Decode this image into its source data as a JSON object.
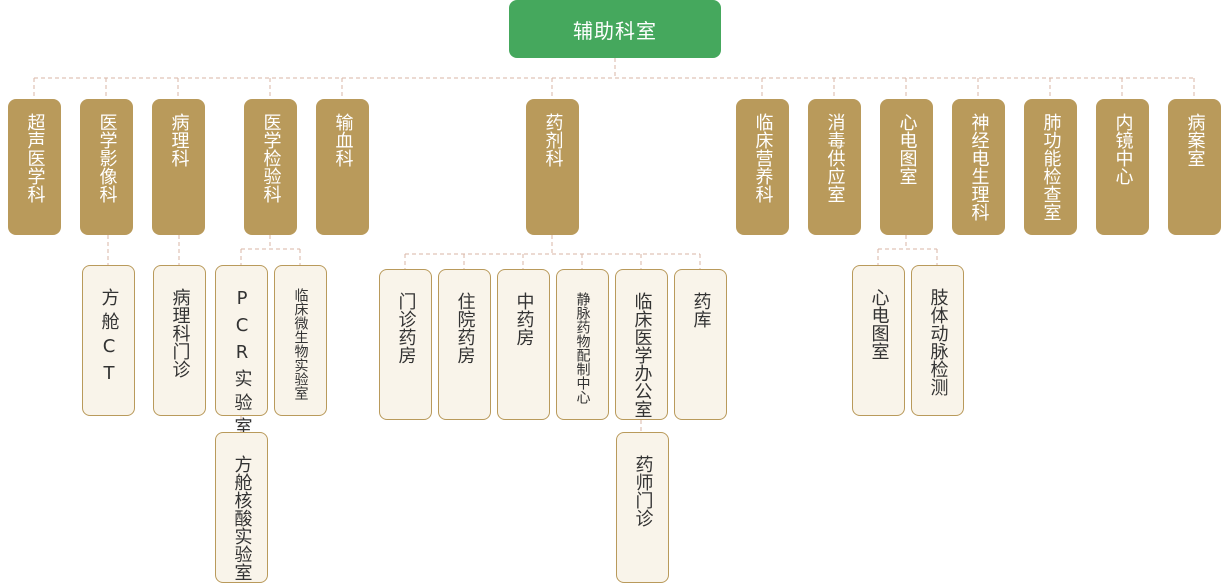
{
  "root": "辅助科室",
  "departments": [
    {
      "name": "超声医学科"
    },
    {
      "name": "医学影像科",
      "children": [
        {
          "name": "方舱CT"
        }
      ]
    },
    {
      "name": "病理科",
      "children": [
        {
          "name": "病理科门诊"
        }
      ]
    },
    {
      "name": "医学检验科",
      "children": [
        {
          "name": "PCR实验室",
          "children": [
            {
              "name": "方舱核酸实验室"
            }
          ]
        },
        {
          "name": "临床微生物实验室"
        }
      ]
    },
    {
      "name": "输血科"
    },
    {
      "name": "药剂科",
      "children": [
        {
          "name": "门诊药房"
        },
        {
          "name": "住院药房"
        },
        {
          "name": "中药房"
        },
        {
          "name": "静脉药物配制中心"
        },
        {
          "name": "临床医学办公室",
          "children": [
            {
              "name": "药师门诊"
            }
          ]
        },
        {
          "name": "药库"
        }
      ]
    },
    {
      "name": "临床营养科"
    },
    {
      "name": "消毒供应室"
    },
    {
      "name": "心电图室",
      "children": [
        {
          "name": "心电图室"
        },
        {
          "name": "肢体动脉检测"
        }
      ]
    },
    {
      "name": "神经电生理科"
    },
    {
      "name": "肺功能检查室"
    },
    {
      "name": "内镜中心"
    },
    {
      "name": "病案室"
    }
  ],
  "colors": {
    "root": "#45a85d",
    "level1": "#b99a5b",
    "level2_bg": "#f9f4ea",
    "level2_border": "#b99a5b",
    "connector": "#d9b6a6"
  }
}
